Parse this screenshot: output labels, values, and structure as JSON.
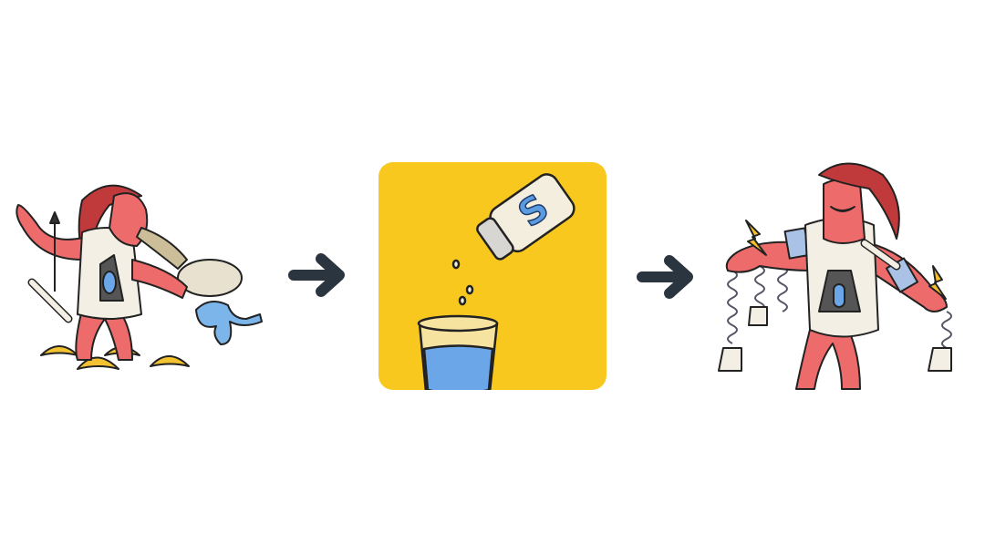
{
  "diagram": {
    "steps": [
      {
        "id": "before",
        "icon": "weak-sick-strongman-illustration"
      },
      {
        "id": "process",
        "icon": "salt-shaker-over-water-glass",
        "label": "S",
        "background": "#F9C81E"
      },
      {
        "id": "after",
        "icon": "strong-happy-strongman-illustration"
      }
    ],
    "connectors": [
      {
        "from": "before",
        "to": "process",
        "icon": "arrow-right-icon"
      },
      {
        "from": "process",
        "to": "after",
        "icon": "arrow-right-icon"
      }
    ],
    "colors": {
      "arrow": "#2B3540",
      "panel": "#F9C81E",
      "skin": "#EE6B6B",
      "hair": "#C0393B",
      "water": "#6BA7E8"
    }
  }
}
